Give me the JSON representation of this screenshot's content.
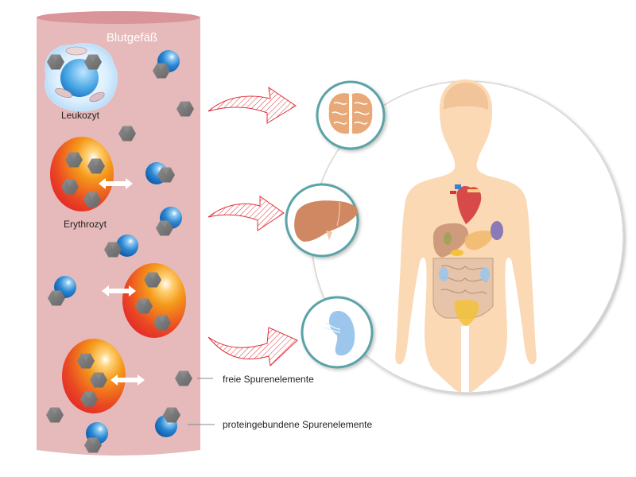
{
  "labels": {
    "vessel": "Blutgefäß",
    "leukocyte": "Leukozyt",
    "erythrocyte": "Erythrozyt",
    "free_elements": "freie Spurenelemente",
    "protein_bound_elements": "proteingebundene Spurenelemente"
  },
  "organs": [
    {
      "name": "brain",
      "icon": "brain-icon"
    },
    {
      "name": "liver",
      "icon": "liver-icon"
    },
    {
      "name": "kidney",
      "icon": "kidney-icon"
    }
  ],
  "colors": {
    "vessel_fill": "#e6b9ba",
    "vessel_top": "#d9959a",
    "hexagon": "#7a7a7a",
    "sphere": "#1f78c8",
    "erythrocyte_outer": "#e8302a",
    "erythrocyte_inner": "#f59a1a",
    "organ_ring": "#5aa3a6",
    "arrow": "#e0303a",
    "body_skin": "#fbd9b5",
    "brain_organ": "#e8a878",
    "liver_organ": "#d08862",
    "kidney_organ": "#9cc6ec"
  }
}
